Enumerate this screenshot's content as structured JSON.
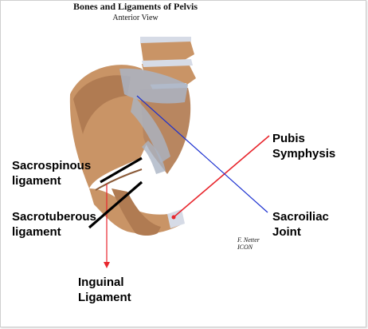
{
  "header": {
    "title": "Bones and Ligaments of Pelvis",
    "subtitle": "Anterior View"
  },
  "labels": {
    "pubis_symphysis": [
      "Pubis",
      "Symphysis"
    ],
    "sacrospinous": [
      "Sacrospinous",
      "ligament"
    ],
    "sacrotuberous": [
      "Sacrotuberous",
      "ligament"
    ],
    "sacroiliac": [
      "Sacroiliac",
      "Joint"
    ],
    "inguinal": [
      "Inguinal",
      "Ligament"
    ]
  },
  "signature": {
    "name": "F. Netter",
    "mark": "ICON"
  },
  "colors": {
    "bone": "#c99466",
    "bone_shadow": "#8a5a38",
    "ligament": "#aab4c4",
    "cartilage": "#d6dbe6",
    "red_line": "#e8262d",
    "blue_line": "#1a2fd0",
    "black_line": "#000000"
  }
}
